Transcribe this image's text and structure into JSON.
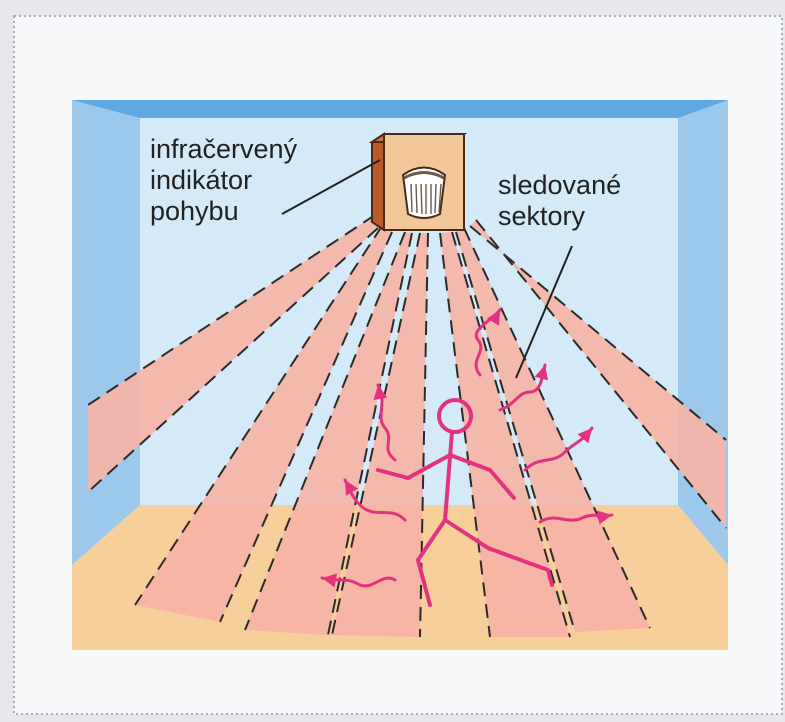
{
  "labels": {
    "sensor": [
      "infračervený",
      "indikátor",
      "pohybu"
    ],
    "sectors": [
      "sledované",
      "sektory"
    ]
  },
  "colors": {
    "page_background": "#e6e8ee",
    "panel_background": "#f7f8fa",
    "wall_back": "#d4eaf8",
    "wall_side": "#9cc8ec",
    "ceiling": "#5fa8e0",
    "floor": "#f6cf9a",
    "beam": "#f6b4a6",
    "beam_border": "#2b2b2b",
    "person": "#e3337e",
    "sensor_front": "#f1c79a",
    "sensor_side": "#b85a2a",
    "text": "#222222"
  },
  "icons": {
    "sensor": "motion-sensor-icon",
    "person": "person-figure-icon",
    "heat_waves": "heat-wave-arrow-icon"
  }
}
